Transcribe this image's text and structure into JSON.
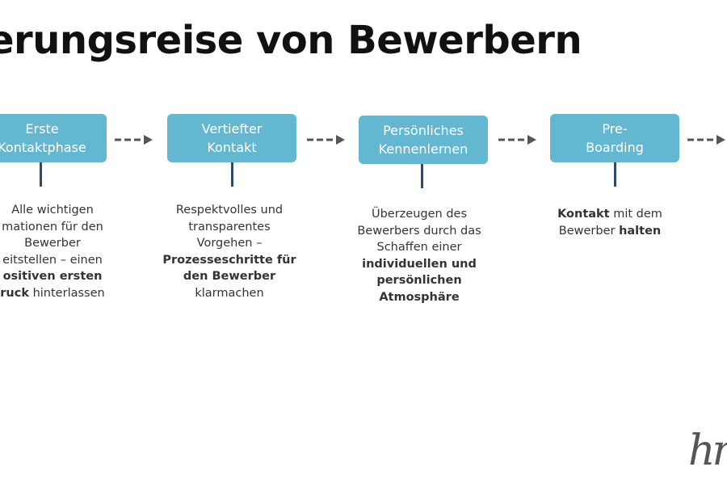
{
  "title": "erungsreise von Bewerbern",
  "steps": [
    {
      "label": "Erste\nKontaktphase",
      "desc": [
        {
          "t": "Alle wichtigen\n",
          "b": false
        },
        {
          "t": "mationen für den\nBewerber\neitstellen – einen\n",
          "b": false
        },
        {
          "t": "ositiven ersten\nruck",
          "b": true
        },
        {
          "t": " hinterlassen",
          "b": false
        }
      ]
    },
    {
      "label": "Vertiefter\nKontakt",
      "desc": [
        {
          "t": "Respektvolles und\ntransparentes\nVorgehen –\n",
          "b": false
        },
        {
          "t": "Prozesseschritte für\nden Bewerber",
          "b": true
        },
        {
          "t": "\nklarmachen",
          "b": false
        }
      ]
    },
    {
      "label": "Persönliches\nKennenlernen",
      "desc": [
        {
          "t": "Überzeugen des\nBewerbers durch das\nSchaffen einer\n",
          "b": false
        },
        {
          "t": "individuellen und\npersönlichen\nAtmosphäre",
          "b": true
        }
      ]
    },
    {
      "label": "Pre-\nBoarding",
      "desc": [
        {
          "t": "Kontakt",
          "b": true
        },
        {
          "t": " mit dem\nBewerber ",
          "b": false
        },
        {
          "t": "halten",
          "b": true
        }
      ]
    }
  ],
  "logo_text": "hr",
  "colors": {
    "box": "#63b7d1",
    "stem": "#2f4a6b",
    "arrow": "#555555"
  }
}
